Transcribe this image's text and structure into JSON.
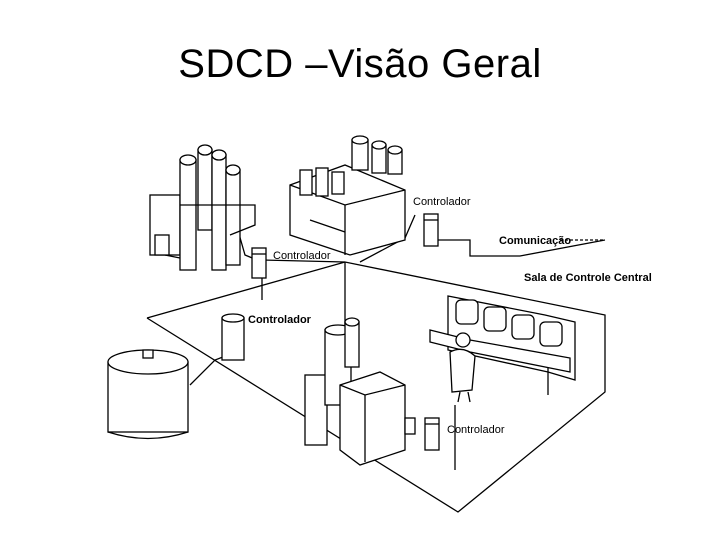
{
  "slide": {
    "title": "SDCD –Visão Geral"
  },
  "diagram": {
    "labels": {
      "controller_top": "Controlador",
      "controller_left": "Controlador",
      "controller_middle": "Controlador",
      "controller_bottom": "Controlador",
      "communication": "Comunicação",
      "central_room": "Sala de Controle Central"
    }
  }
}
